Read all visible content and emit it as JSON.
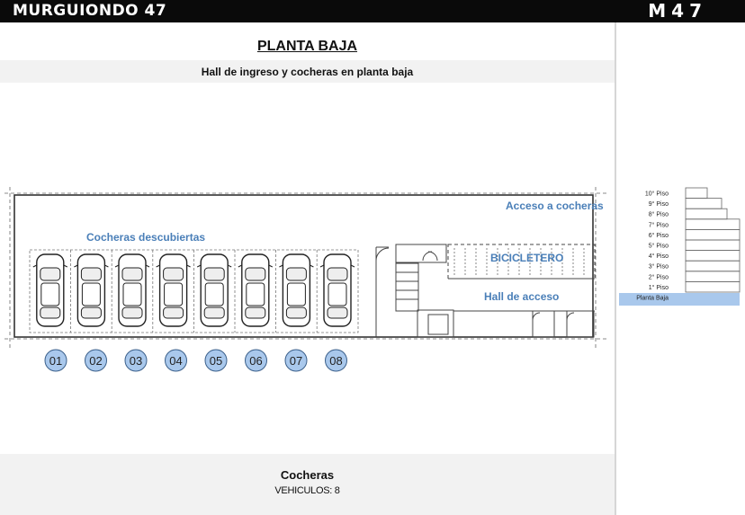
{
  "header": {
    "brand": "MURGUIONDO 47",
    "code": "M47"
  },
  "title": "PLANTA BAJA",
  "subtitle": "Hall de ingreso y cocheras en planta baja",
  "plan": {
    "labels": {
      "cocheras": "Cocheras  descubiertas",
      "acceso": "Acceso a cocheras",
      "bicicletero": "BICICLETERO",
      "hall": "Hall de acceso"
    },
    "spots": [
      "01",
      "02",
      "03",
      "04",
      "05",
      "06",
      "07",
      "08"
    ]
  },
  "floors": [
    "10° Piso",
    "9° Piso",
    "8° Piso",
    "7° Piso",
    "6° Piso",
    "5° Piso",
    "4° Piso",
    "3° Piso",
    "2° Piso",
    "1° Piso",
    "Planta Baja"
  ],
  "current_floor": "Planta Baja",
  "footer": {
    "heading": "Cocheras",
    "detail": "VEHICULOS: 8"
  },
  "colors": {
    "accent_blue": "#4a7fb8",
    "badge_fill": "#a9c8ec",
    "highlight": "#a9c8ec"
  }
}
